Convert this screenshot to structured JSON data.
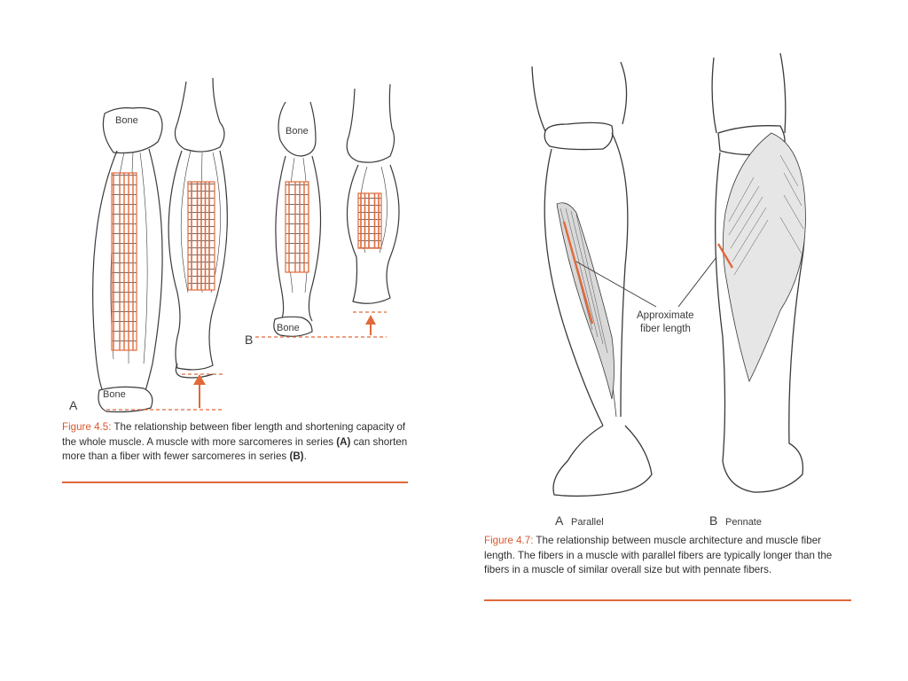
{
  "figure_4_5": {
    "bone_label": "Bone",
    "panel_a": "A",
    "panel_b": "B",
    "caption": {
      "figure_label": "Figure 4.5:",
      "text_1": " The relationship between fiber length and shortening capacity of the whole muscle. A muscle with more sarcomeres in series ",
      "bold_a": "(A)",
      "text_2": " can shorten more than a fiber with fewer sarcomeres in series ",
      "bold_b": "(B)",
      "text_3": "."
    }
  },
  "figure_4_7": {
    "annotation_line1": "Approximate",
    "annotation_line2": "fiber length",
    "panel_a_letter": "A",
    "panel_a_name": "Parallel",
    "panel_b_letter": "B",
    "panel_b_name": "Pennate",
    "caption": {
      "figure_label": "Figure 4.7:",
      "text": " The relationship between muscle architecture and muscle fiber length. The fibers in a muscle with parallel fibers are typically longer than the fibers in a muscle of similar overall size but with pennate fibers."
    }
  },
  "colors": {
    "accent": "#e0693a",
    "line": "#3a3a3a",
    "muscle_fill": "#d9d9d9"
  }
}
